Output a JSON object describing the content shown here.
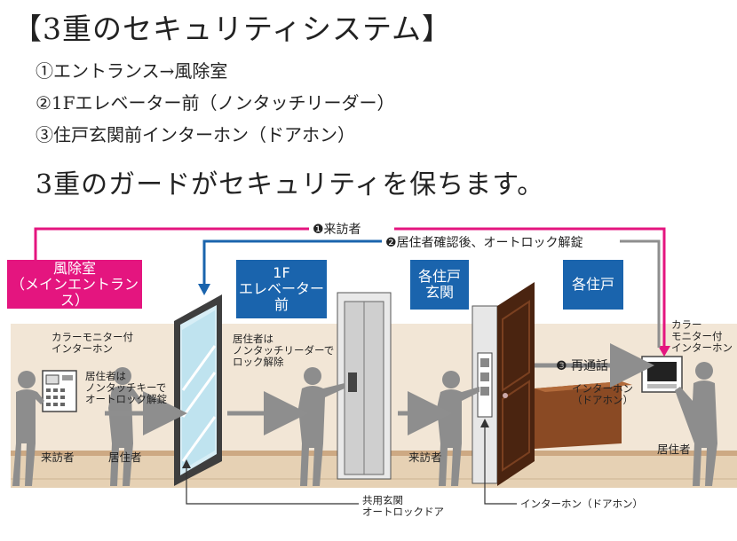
{
  "title": "【3重のセキュリティシステム】",
  "features": [
    "①エントランス→風除室",
    "②1Fエレベーター前（ノンタッチリーダー）",
    "③住戸玄関前インターホン（ドアホン）"
  ],
  "headline": "3重のガードがセキュリティを保ちます。",
  "flows": {
    "visitor": "❶来訪者",
    "confirm": "❷居住者確認後、オートロック解錠",
    "recall": "❸ 再通話"
  },
  "zones": {
    "windbreak": "風除室\n（メインエントランス）",
    "elevator": "1F\nエレベーター\n前",
    "door": "各住戸\n玄関",
    "unit": "各住戸"
  },
  "notes": {
    "color_monitor_entrance": "カラーモニター付\nインターホン",
    "resident_nontouch_key": "居住者は\nノンタッチキーで\nオートロック解錠",
    "resident_nontouch_reader": "居住者は\nノンタッチリーダーで\nロック解除",
    "intercom_doorphone": "インターホン\n（ドアホン）",
    "color_monitor_unit": "カラー\nモニター付\nインターホン"
  },
  "people": {
    "visitor_entrance": "来訪者",
    "resident_entrance": "居住者",
    "visitor_door": "来訪者",
    "resident_unit": "居住者"
  },
  "callouts": {
    "autolock_door": "共用玄関\nオートロックドア",
    "door_intercom": "インターホン（ドアホン）"
  },
  "colors": {
    "magenta": "#e4157f",
    "blue": "#1a64ad",
    "gray_arrow": "#8e8e8e",
    "floor": "#f0e0c8",
    "wood": "#c9a57a",
    "dark_wood": "#4a2410"
  }
}
